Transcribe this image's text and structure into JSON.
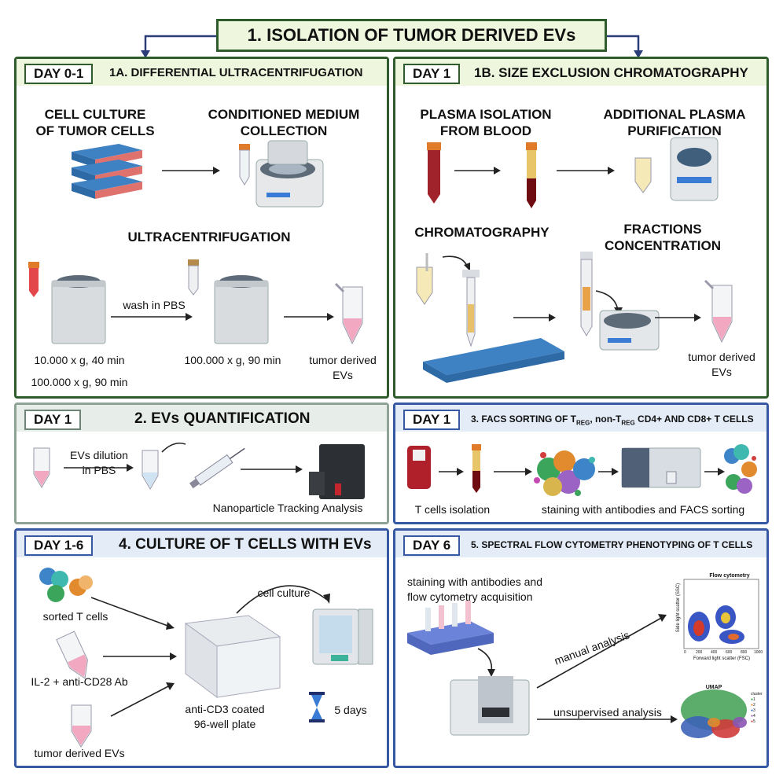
{
  "title": "1. ISOLATION OF TUMOR DERIVED EVs",
  "colors": {
    "panel_green": "#2f5c2c",
    "panel_grey": "#8fa296",
    "panel_blue": "#3759a3",
    "header_green": "#eef6dd",
    "header_grey": "#e7eee9",
    "header_blue": "#e4ecf8"
  },
  "panel_1a": {
    "day": "DAY 0-1",
    "title": "1A. DIFFERENTIAL ULTRACENTRIFUGATION",
    "cell_culture": "CELL CULTURE\nOF TUMOR CELLS",
    "conditioned_medium": "CONDITIONED MEDIUM\nCOLLECTION",
    "ultracentrifugation": "ULTRACENTRIFUGATION",
    "wash": "wash in PBS",
    "speed1a": "10.000 x g, 40 min",
    "speed1b": "100.000 x g, 90 min",
    "speed2": "100.000 x g, 90 min",
    "result": "tumor derived\nEVs"
  },
  "panel_1b": {
    "day": "DAY 1",
    "title": "1B. SIZE EXCLUSION CHROMATOGRAPHY",
    "plasma_isolation": "PLASMA ISOLATION\nFROM BLOOD",
    "additional_purification": "ADDITIONAL PLASMA\nPURIFICATION",
    "chromatography": "CHROMATOGRAPHY",
    "fractions": "FRACTIONS\nCONCENTRATION",
    "result": "tumor derived\nEVs"
  },
  "panel_2": {
    "day": "DAY 1",
    "title": "2. EVs QUANTIFICATION",
    "dilution": "EVs dilution\nin PBS",
    "nta": "Nanoparticle Tracking Analysis"
  },
  "panel_3": {
    "day": "DAY 1",
    "title": {
      "p1": "3. FACS SORTING OF T",
      "sub1": "REG",
      "p2": ", non-T",
      "sub2": "REG",
      "p3": " CD4+ AND CD8+ T CELLS"
    },
    "isolation": "T cells isolation",
    "staining": "staining with antibodies and FACS sorting"
  },
  "panel_4": {
    "day": "DAY 1-6",
    "title": "4. CULTURE OF T CELLS WITH EVs",
    "sorted": "sorted T cells",
    "il2": "IL-2 + anti-CD28 Ab",
    "evs": "tumor derived EVs",
    "plate": "anti-CD3 coated\n96-well plate",
    "culture": "cell culture",
    "days": "5 days"
  },
  "panel_5": {
    "day": "DAY 6",
    "title": "5. SPECTRAL FLOW CYTOMETRY PHENOTYPING OF T CELLS",
    "staining": "staining with antibodies and\nflow cytometry acquisition",
    "manual": "manual analysis",
    "unsupervised": "unsupervised analysis",
    "flow_plot": {
      "title": "Flow cytometry",
      "xlabel": "Forward light scatter (FSC)",
      "ylabel": "Side light scatter (SSC)",
      "xticks": [
        "0",
        "200",
        "400",
        "600",
        "800",
        "1000"
      ]
    },
    "umap": {
      "title": "UMAP",
      "legend_title": "cluster",
      "clusters": [
        "1",
        "2",
        "3",
        "4",
        "5"
      ],
      "cluster_colors": [
        "#2e9a47",
        "#e08b2d",
        "#3d63b8",
        "#8a55b3",
        "#cf3b3b"
      ]
    }
  }
}
